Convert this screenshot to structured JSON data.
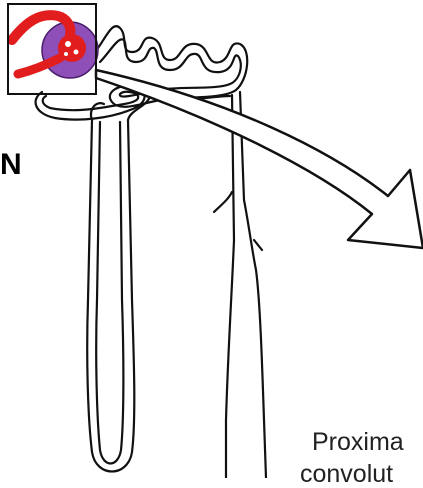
{
  "left_letter": "N",
  "label_line1": "Proxima",
  "label_line2": "convolut"
}
